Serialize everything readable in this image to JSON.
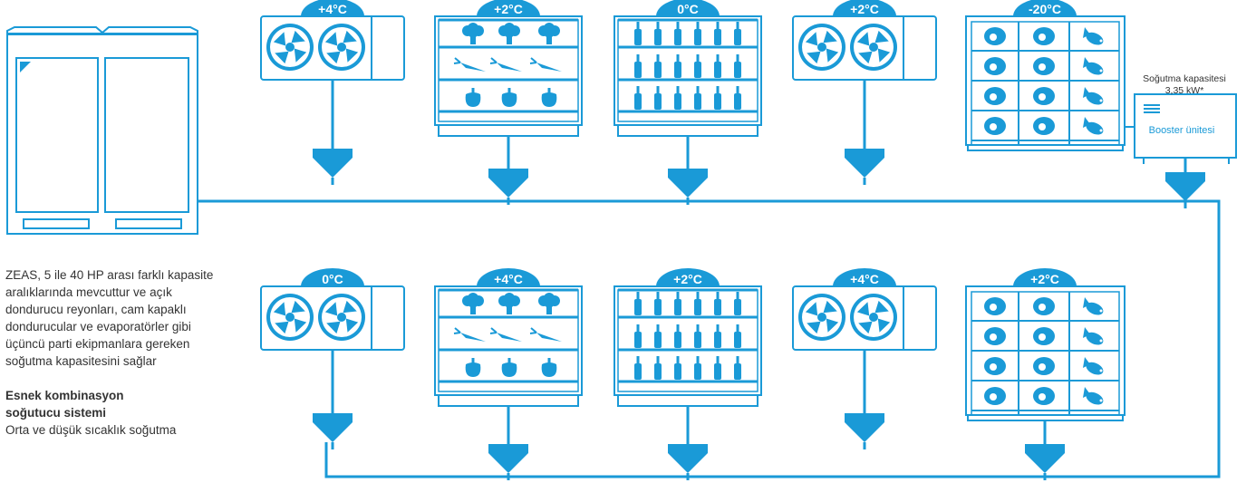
{
  "description": {
    "text": "ZEAS, 5 ile 40 HP arası farklı kapasite aralıklarında mevcuttur ve açık dondurucu reyonları, cam kapaklı dondurucular ve evaporatörler gibi üçüncü parti ekipmanlara gereken soğutma kapasitesini sağlar",
    "title_line1": "Esnek kombinasyon",
    "title_line2": "soğutucu sistemi",
    "subtitle": "Orta ve düşük sıcaklık soğutma"
  },
  "booster": {
    "capacity_line1": "Soğutma kapasitesi",
    "capacity_line2": "3,35 kW*",
    "label": "Booster ünitesi"
  },
  "top_row": [
    {
      "type": "evaporator",
      "temp": "+4°C"
    },
    {
      "type": "veg-shelf",
      "temp": "+2°C"
    },
    {
      "type": "bottle-shelf",
      "temp": "0°C"
    },
    {
      "type": "evaporator",
      "temp": "+2°C"
    },
    {
      "type": "freezer",
      "temp": "-20°C"
    }
  ],
  "bottom_row": [
    {
      "type": "evaporator",
      "temp": "0°C"
    },
    {
      "type": "veg-shelf",
      "temp": "+4°C"
    },
    {
      "type": "bottle-shelf",
      "temp": "+2°C"
    },
    {
      "type": "evaporator",
      "temp": "+4°C"
    },
    {
      "type": "freezer",
      "temp": "+2°C"
    }
  ],
  "colors": {
    "accent": "#1a9ad7",
    "text": "#333333"
  },
  "icons": [
    "condensing-unit-icon",
    "fan-icon",
    "broccoli-icon",
    "carrot-icon",
    "pepper-icon",
    "bottle-icon",
    "steak-icon",
    "fish-icon",
    "arrow-down-icon"
  ]
}
